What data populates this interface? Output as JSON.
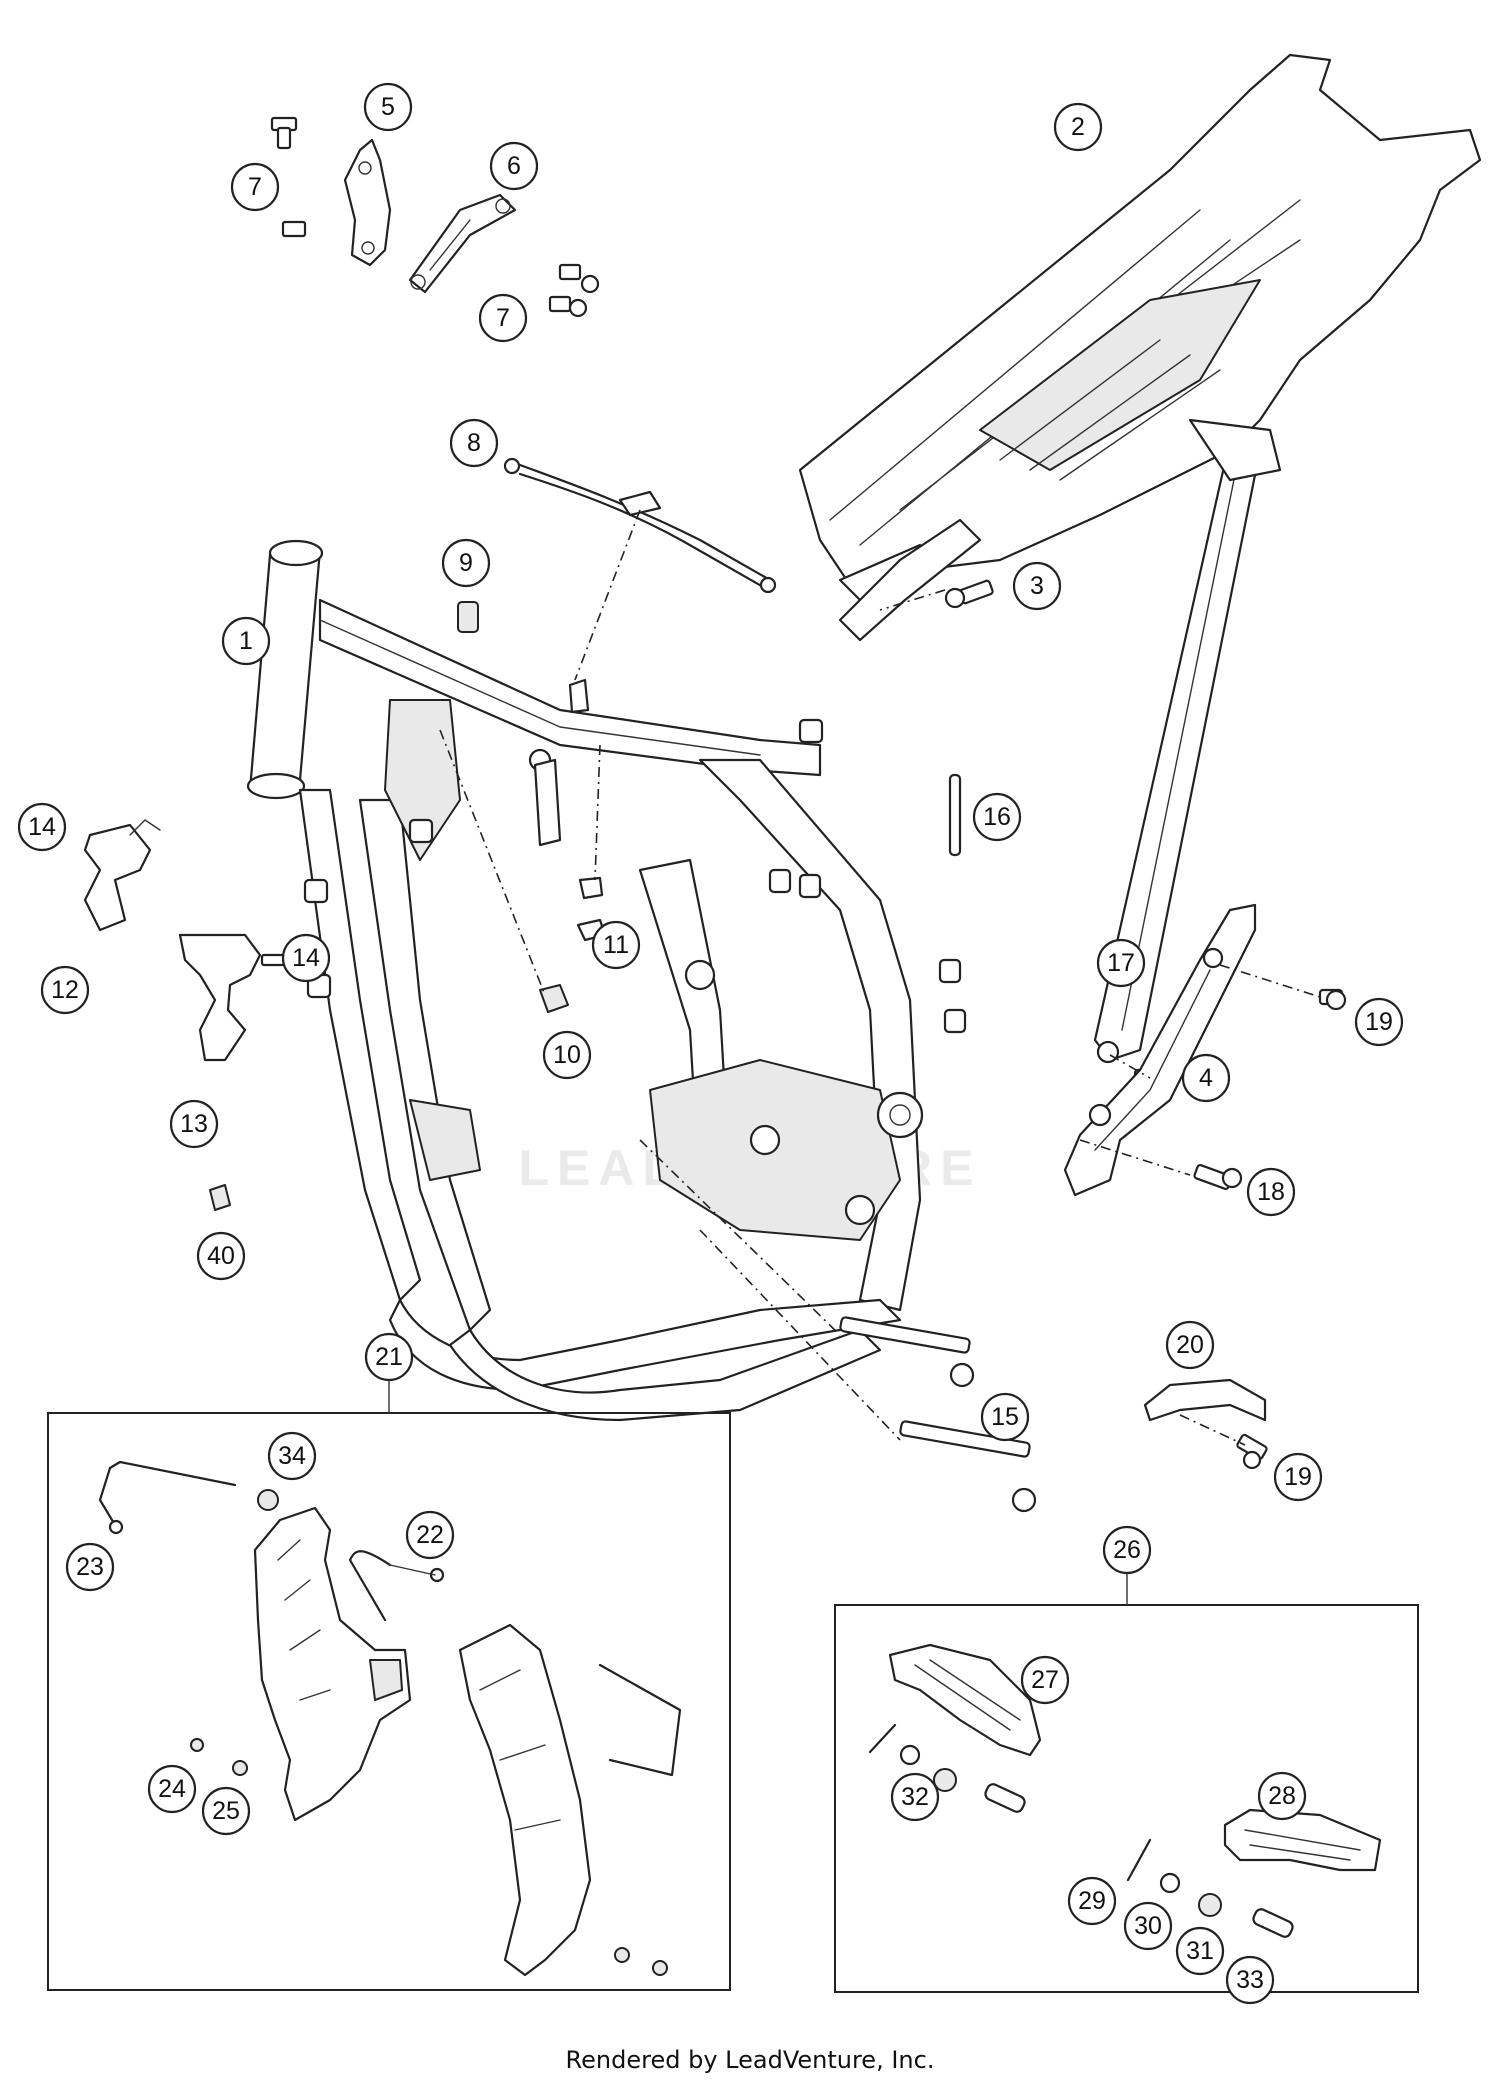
{
  "diagram": {
    "footer": "Rendered by LeadVenture, Inc.",
    "watermark_text": "LEADVENTURE",
    "callouts": [
      {
        "id": "callout-1",
        "label": "1"
      },
      {
        "id": "callout-2",
        "label": "2"
      },
      {
        "id": "callout-3",
        "label": "3"
      },
      {
        "id": "callout-4",
        "label": "4"
      },
      {
        "id": "callout-5",
        "label": "5"
      },
      {
        "id": "callout-6",
        "label": "6"
      },
      {
        "id": "callout-7a",
        "label": "7"
      },
      {
        "id": "callout-7b",
        "label": "7"
      },
      {
        "id": "callout-8",
        "label": "8"
      },
      {
        "id": "callout-9",
        "label": "9"
      },
      {
        "id": "callout-10",
        "label": "10"
      },
      {
        "id": "callout-11",
        "label": "11"
      },
      {
        "id": "callout-12",
        "label": "12"
      },
      {
        "id": "callout-13",
        "label": "13"
      },
      {
        "id": "callout-14a",
        "label": "14"
      },
      {
        "id": "callout-14b",
        "label": "14"
      },
      {
        "id": "callout-15",
        "label": "15"
      },
      {
        "id": "callout-16",
        "label": "16"
      },
      {
        "id": "callout-17",
        "label": "17"
      },
      {
        "id": "callout-18",
        "label": "18"
      },
      {
        "id": "callout-19a",
        "label": "19"
      },
      {
        "id": "callout-19b",
        "label": "19"
      },
      {
        "id": "callout-20",
        "label": "20"
      },
      {
        "id": "callout-21",
        "label": "21"
      },
      {
        "id": "callout-22",
        "label": "22"
      },
      {
        "id": "callout-23",
        "label": "23"
      },
      {
        "id": "callout-24",
        "label": "24"
      },
      {
        "id": "callout-25",
        "label": "25"
      },
      {
        "id": "callout-26",
        "label": "26"
      },
      {
        "id": "callout-27",
        "label": "27"
      },
      {
        "id": "callout-28",
        "label": "28"
      },
      {
        "id": "callout-29",
        "label": "29"
      },
      {
        "id": "callout-30",
        "label": "30"
      },
      {
        "id": "callout-31",
        "label": "31"
      },
      {
        "id": "callout-32",
        "label": "32"
      },
      {
        "id": "callout-33",
        "label": "33"
      },
      {
        "id": "callout-34",
        "label": "34"
      },
      {
        "id": "callout-40",
        "label": "40"
      }
    ]
  }
}
